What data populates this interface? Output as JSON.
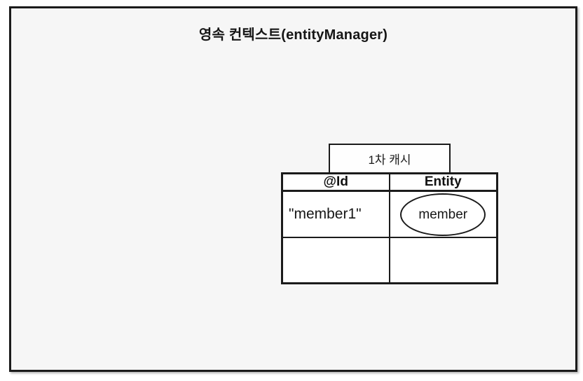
{
  "diagram": {
    "title": "영속 컨텍스트(entityManager)",
    "cache_label": "1차 캐시",
    "table": {
      "headers": [
        "@Id",
        "Entity"
      ],
      "rows": [
        {
          "id": "\"member1\"",
          "entity": "member"
        },
        {
          "id": "",
          "entity": ""
        }
      ]
    },
    "colors": {
      "line": "#1b1b1b",
      "frame_background": "#f6f6f6",
      "cell_background": "#ffffff"
    }
  }
}
